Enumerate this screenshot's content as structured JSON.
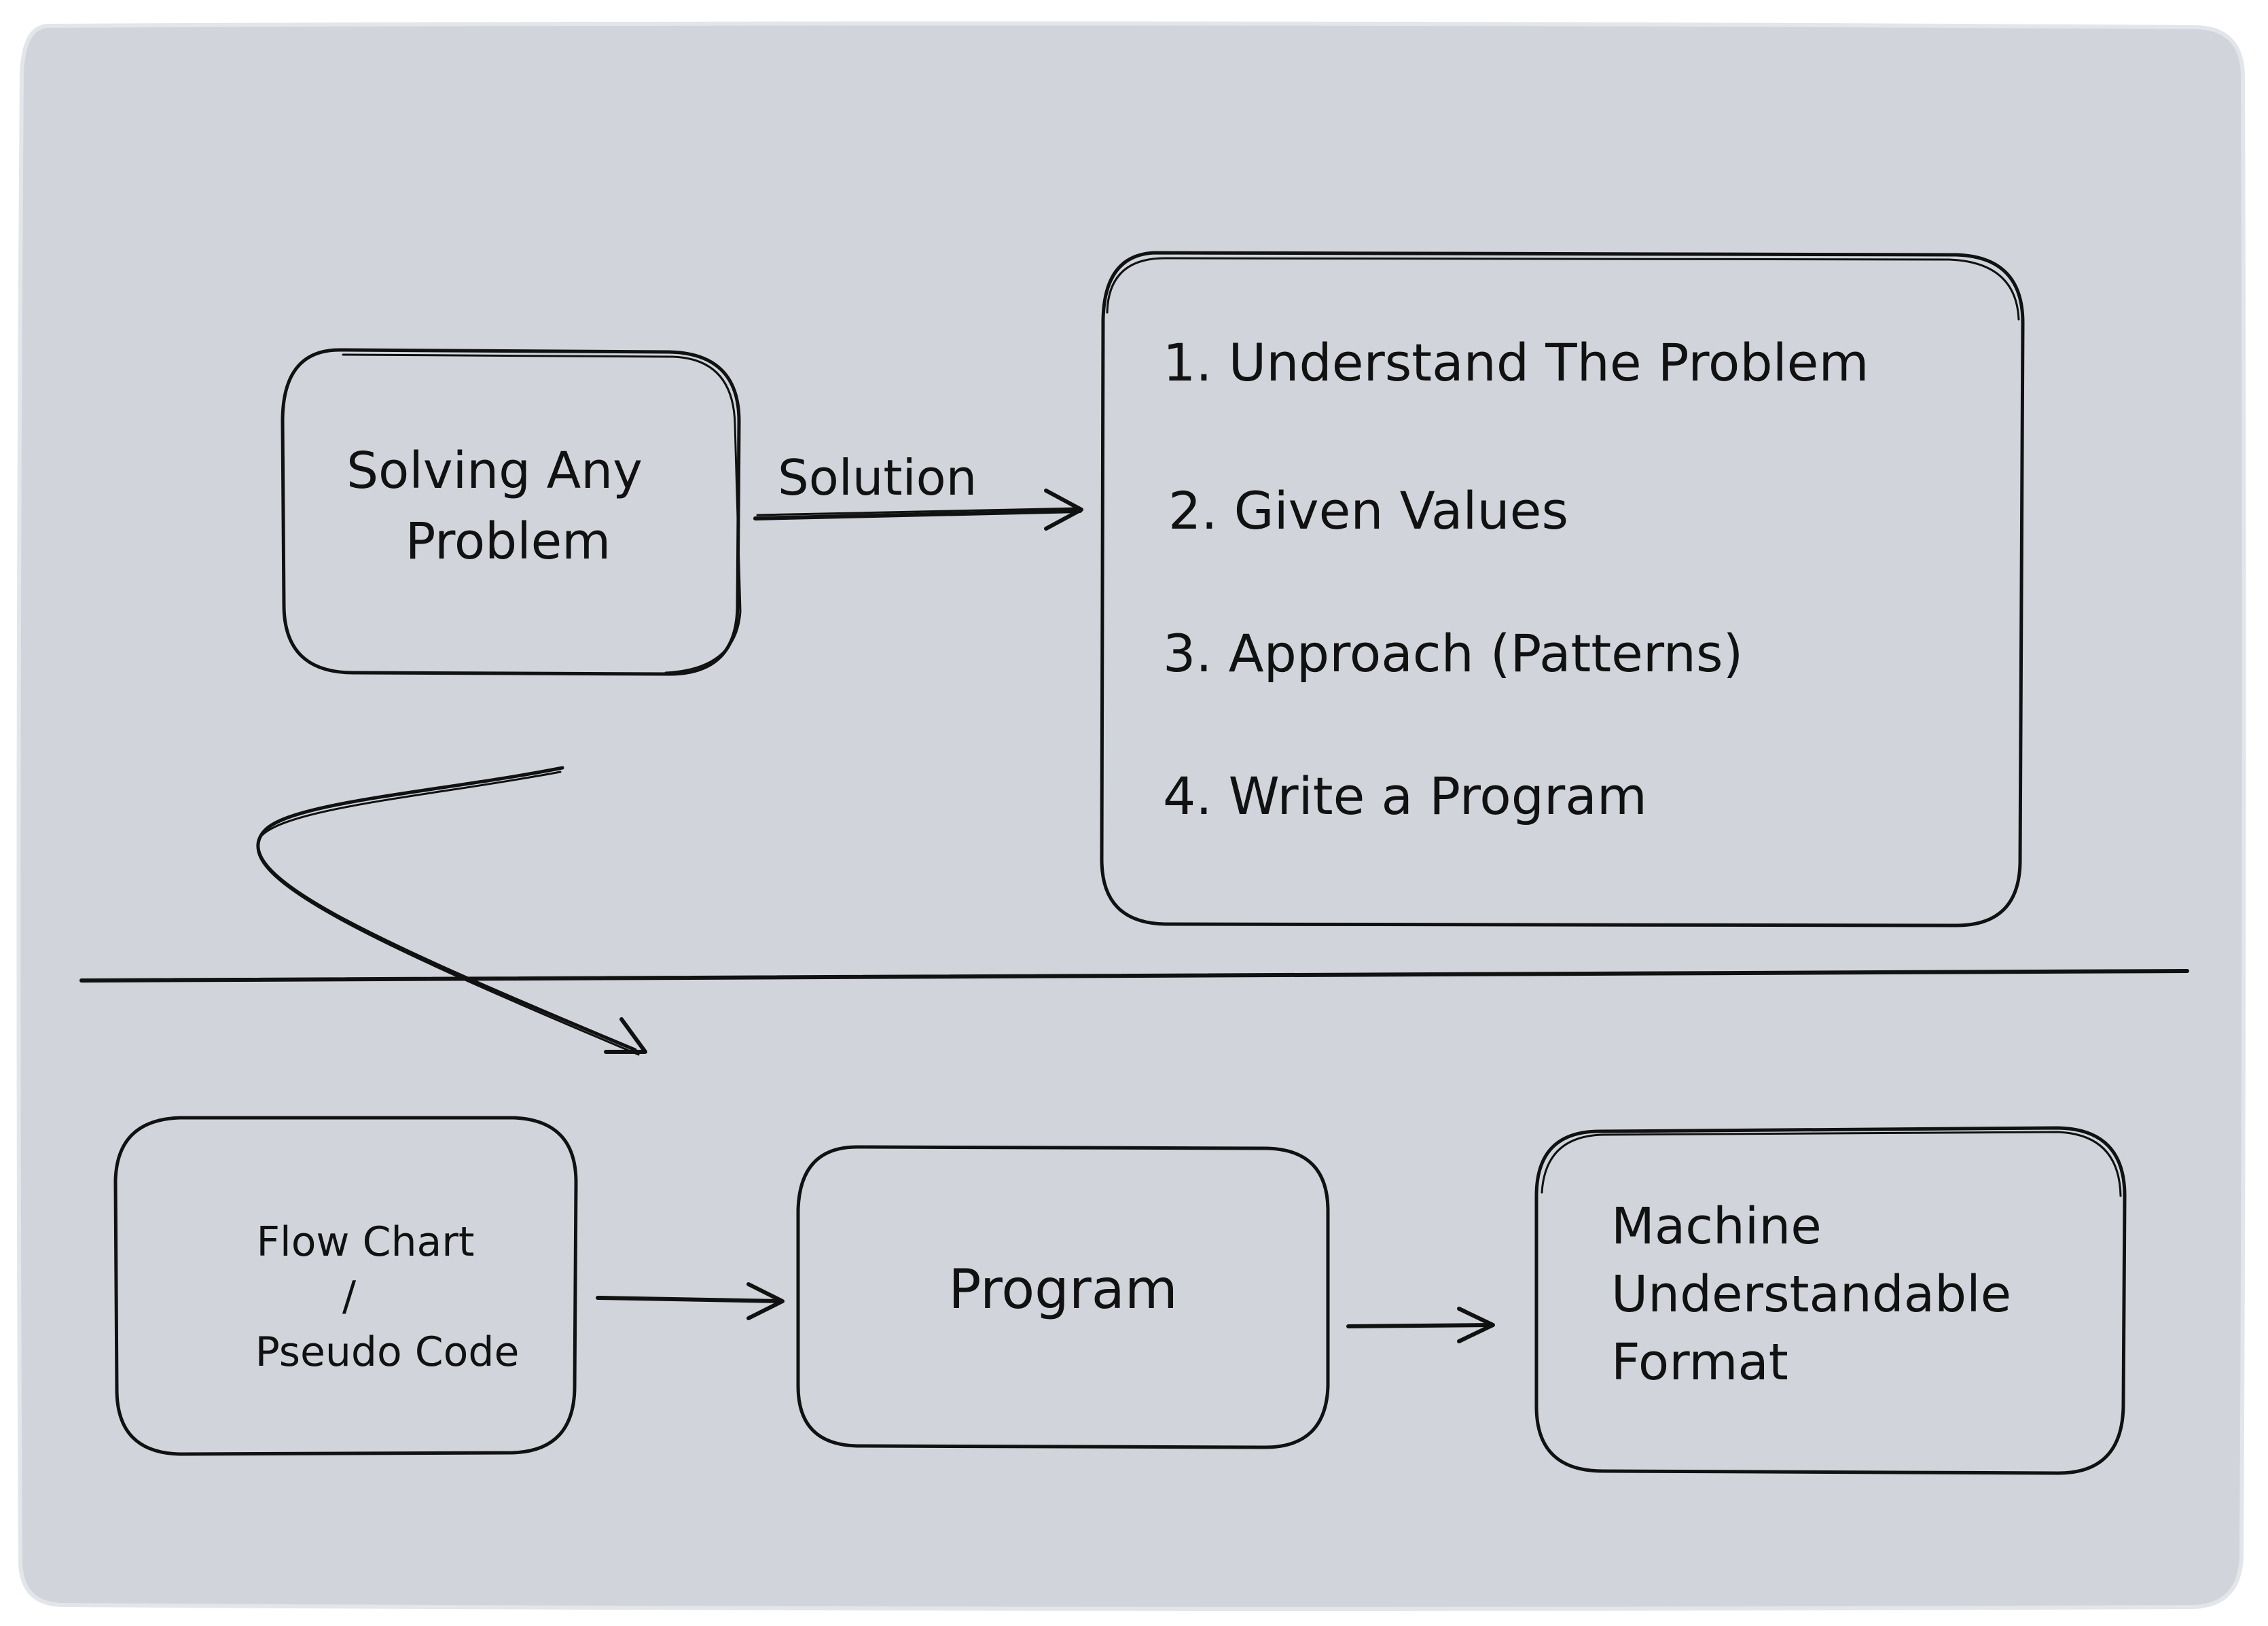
{
  "colors": {
    "canvas": "#d1d5db",
    "stroke": "#111111",
    "page": "#ffffff"
  },
  "nodes": {
    "problem": {
      "line1": "Solving Any",
      "line2": "Problem"
    },
    "steps": {
      "items": [
        "1. Understand The Problem",
        "2. Given Values",
        "3. Approach (Patterns)",
        "4. Write a Program"
      ]
    },
    "flowchart": {
      "line1": "Flow Chart",
      "line2": "/",
      "line3": "Pseudo Code"
    },
    "program": {
      "label": "Program"
    },
    "machine": {
      "line1": "Machine",
      "line2": "Understandable",
      "line3": "Format"
    }
  },
  "edges": {
    "solution_label": "Solution"
  }
}
